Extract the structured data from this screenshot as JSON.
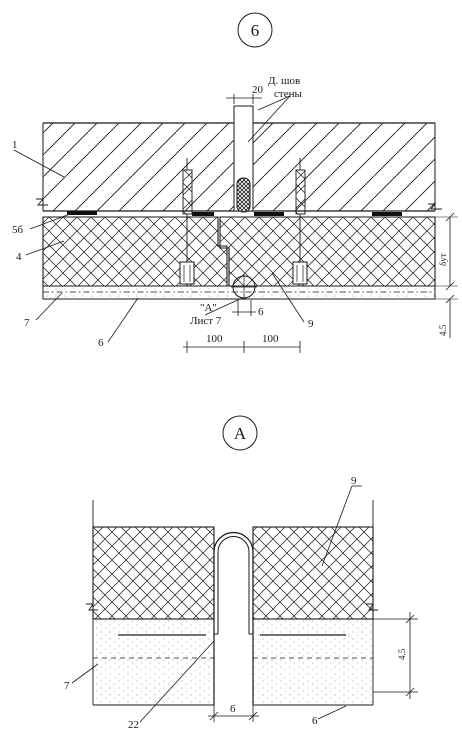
{
  "section_6": {
    "marker": "6",
    "seam_label_line1": "Д. шов",
    "seam_label_line2": "стены",
    "dim_top": "20",
    "callout_ref_line1": "\"А\"",
    "callout_ref_line2": "Лист 7",
    "dim_gap": "6",
    "dim_left": "100",
    "dim_right": "100",
    "dim_thickness": "δут",
    "dim_plaster": "4.5",
    "labels": {
      "wall": "1",
      "adhesive": "5б",
      "insulation": "4",
      "mesh": "7",
      "plaster": "6",
      "sealant": "9"
    }
  },
  "detail_A": {
    "marker": "А",
    "dim_gap": "6",
    "dim_plaster": "4.5",
    "labels": {
      "sealant": "9",
      "mesh": "7",
      "profile": "22",
      "plaster": "6"
    }
  },
  "colors": {
    "ink": "#1a1a1a",
    "plaster_fill": "#f4f4f4",
    "adhesive_fill": "#111111"
  }
}
